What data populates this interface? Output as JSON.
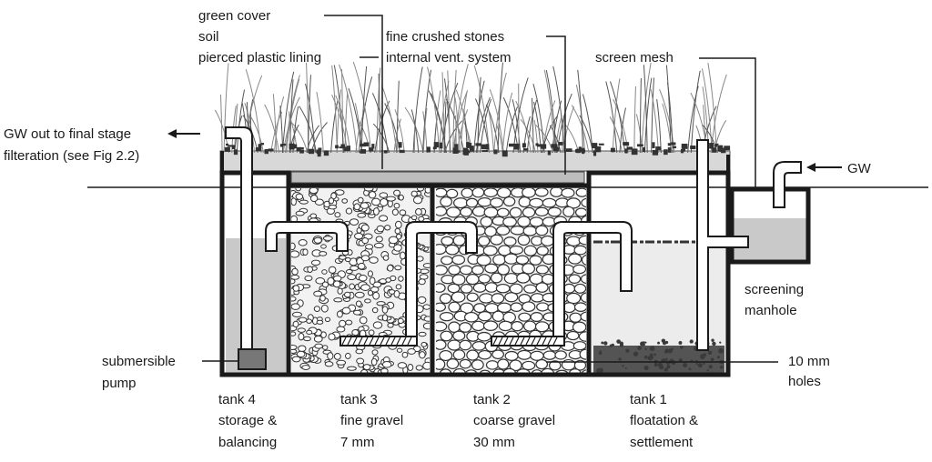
{
  "labels": {
    "green_cover": "green cover",
    "soil": "soil",
    "plastic_lining": "pierced plastic lining",
    "fine_stones": "fine crushed stones",
    "vent_system": "internal vent. system",
    "screen_mesh": "screen mesh",
    "gw_out_line1": "GW out to final stage",
    "gw_out_line2": "filteration (see Fig 2.2)",
    "gw_in": "GW",
    "pump_line1": "submersible",
    "pump_line2": "pump",
    "manhole_line1": "screening",
    "manhole_line2": "manhole",
    "holes_line1": "10 mm",
    "holes_line2": "holes"
  },
  "tanks": [
    {
      "line1": "tank 4",
      "line2": "storage &",
      "line3": "balancing"
    },
    {
      "line1": "tank 3",
      "line2": "fine gravel",
      "line3": "7 mm"
    },
    {
      "line1": "tank 2",
      "line2": "coarse gravel",
      "line3": "30 mm"
    },
    {
      "line1": "tank 1",
      "line2": "floatation &",
      "line3": "settlement"
    }
  ],
  "colors": {
    "outline": "#1a1a1a",
    "water": "#c9c9c9",
    "gravel": "#e6e6e6",
    "grass": "#555555",
    "soil": "#8a8a8a",
    "sludge": "#3a3a3a"
  }
}
